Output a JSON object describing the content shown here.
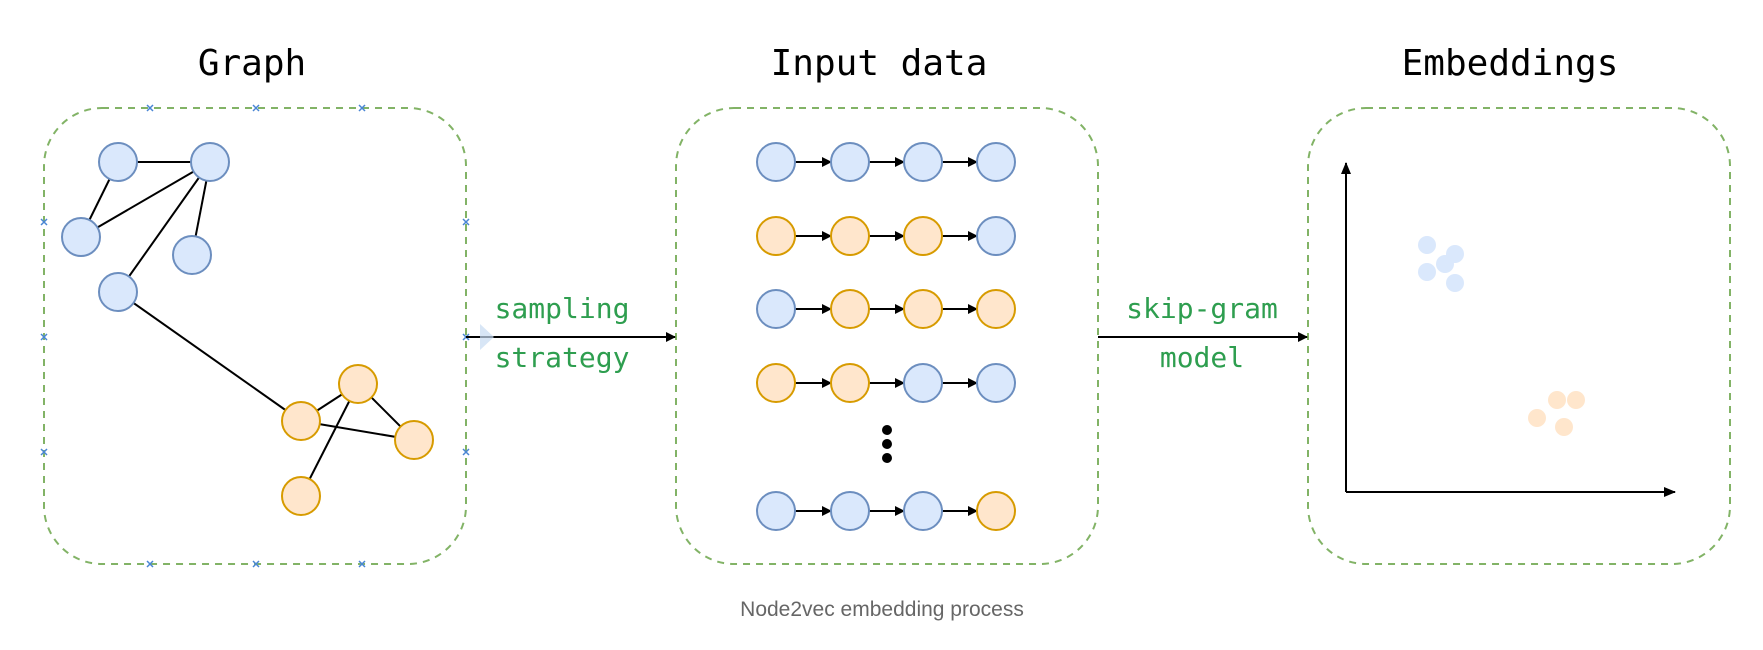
{
  "titles": {
    "graph": "Graph",
    "input": "Input data",
    "embeddings": "Embeddings"
  },
  "edge_labels": {
    "sampling_line1": "sampling",
    "sampling_line2": "strategy",
    "skipgram_line1": "skip-gram",
    "skipgram_line2": "model"
  },
  "caption": "Node2vec embedding process",
  "colors": {
    "blue_fill": "#dae8fc",
    "blue_stroke": "#6c8ebf",
    "orange_fill": "#ffe6cc",
    "orange_stroke": "#d79b00",
    "panel_border": "#82b366",
    "label_green": "#2e9e4f",
    "line": "#000000",
    "caption": "#666666"
  },
  "graph": {
    "node_groups": [
      "blue",
      "blue",
      "blue",
      "blue",
      "blue",
      "orange",
      "orange",
      "orange",
      "orange"
    ],
    "edges": [
      [
        0,
        1
      ],
      [
        0,
        2
      ],
      [
        1,
        2
      ],
      [
        1,
        3
      ],
      [
        1,
        4
      ],
      [
        4,
        5
      ],
      [
        5,
        6
      ],
      [
        5,
        7
      ],
      [
        6,
        8
      ],
      [
        6,
        7
      ]
    ]
  },
  "walks": [
    [
      "blue",
      "blue",
      "blue",
      "blue"
    ],
    [
      "orange",
      "orange",
      "orange",
      "blue"
    ],
    [
      "blue",
      "orange",
      "orange",
      "orange"
    ],
    [
      "orange",
      "orange",
      "blue",
      "blue"
    ],
    [
      "blue",
      "blue",
      "blue",
      "orange"
    ]
  ],
  "embedding_clusters": [
    "blue",
    "orange"
  ]
}
